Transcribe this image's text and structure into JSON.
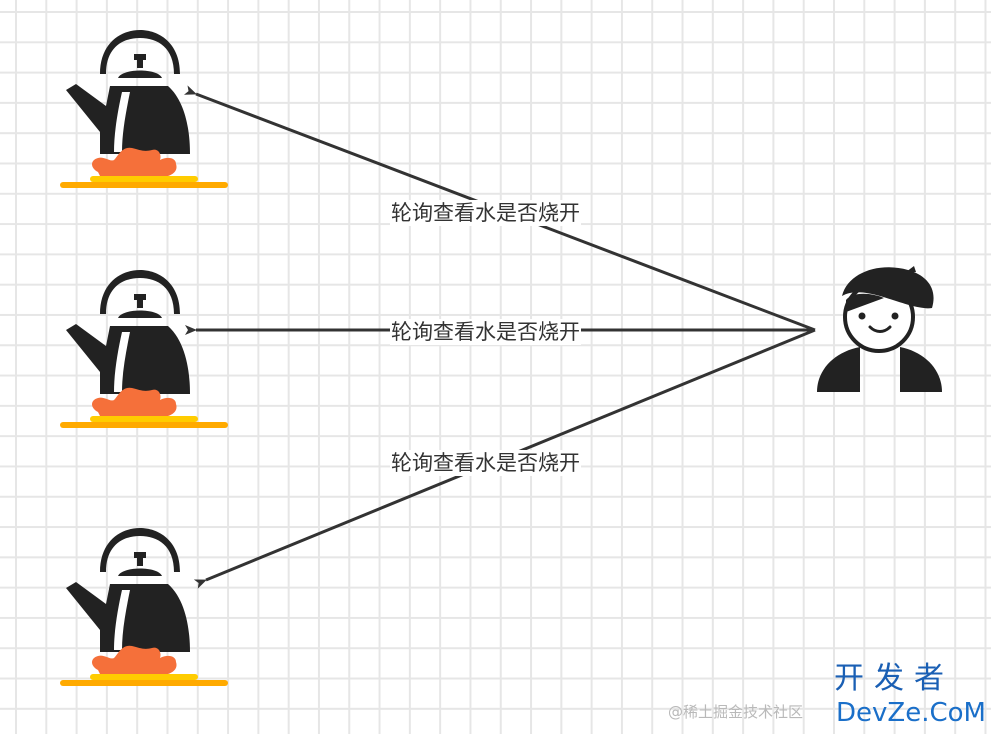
{
  "diagram": {
    "title": "Polling kettles",
    "edges": [
      {
        "label": "轮询查看水是否烧开",
        "from": "developer",
        "to": "kettle-1"
      },
      {
        "label": "轮询查看水是否烧开",
        "from": "developer",
        "to": "kettle-2"
      },
      {
        "label": "轮询查看水是否烧开",
        "from": "developer",
        "to": "kettle-3"
      }
    ],
    "nodes": [
      {
        "id": "kettle-1",
        "icon": "kettle-on-stove-icon"
      },
      {
        "id": "kettle-2",
        "icon": "kettle-on-stove-icon"
      },
      {
        "id": "kettle-3",
        "icon": "kettle-on-stove-icon"
      },
      {
        "id": "developer",
        "icon": "person-beret-icon"
      }
    ]
  },
  "colors": {
    "icon": "#222222",
    "flame": "#f5703a",
    "stove_top": "#ffcc00",
    "stove_base": "#ffaa00",
    "line": "#333333",
    "grid": "#e6e6e6"
  },
  "watermark": {
    "cn": "开发者",
    "en": "DevZe.CoM",
    "juejin": "@稀土掘金技术社区"
  }
}
